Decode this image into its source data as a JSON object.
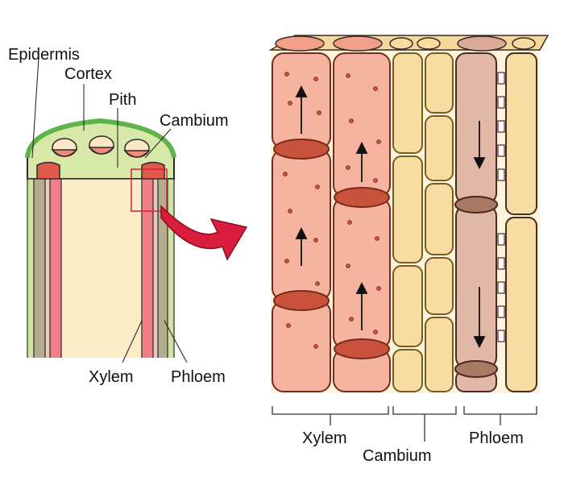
{
  "labels": {
    "epidermis": "Epidermis",
    "cortex": "Cortex",
    "pith": "Pith",
    "cambium_top": "Cambium",
    "xylem_left": "Xylem",
    "phloem_left": "Phloem",
    "xylem_bottom": "Xylem",
    "cambium_bottom": "Cambium",
    "phloem_bottom": "Phloem"
  },
  "colors": {
    "xylem": "#f2a08a",
    "xylem_dark": "#c8523c",
    "cambium": "#f6dca0",
    "cambium_dark": "#b88a3c",
    "phloem": "#d9aa98",
    "phloem_dark": "#8a5a48",
    "pith": "#fbecc8",
    "epidermis": "#6fbf5a",
    "arrow": "#d81e3c"
  }
}
